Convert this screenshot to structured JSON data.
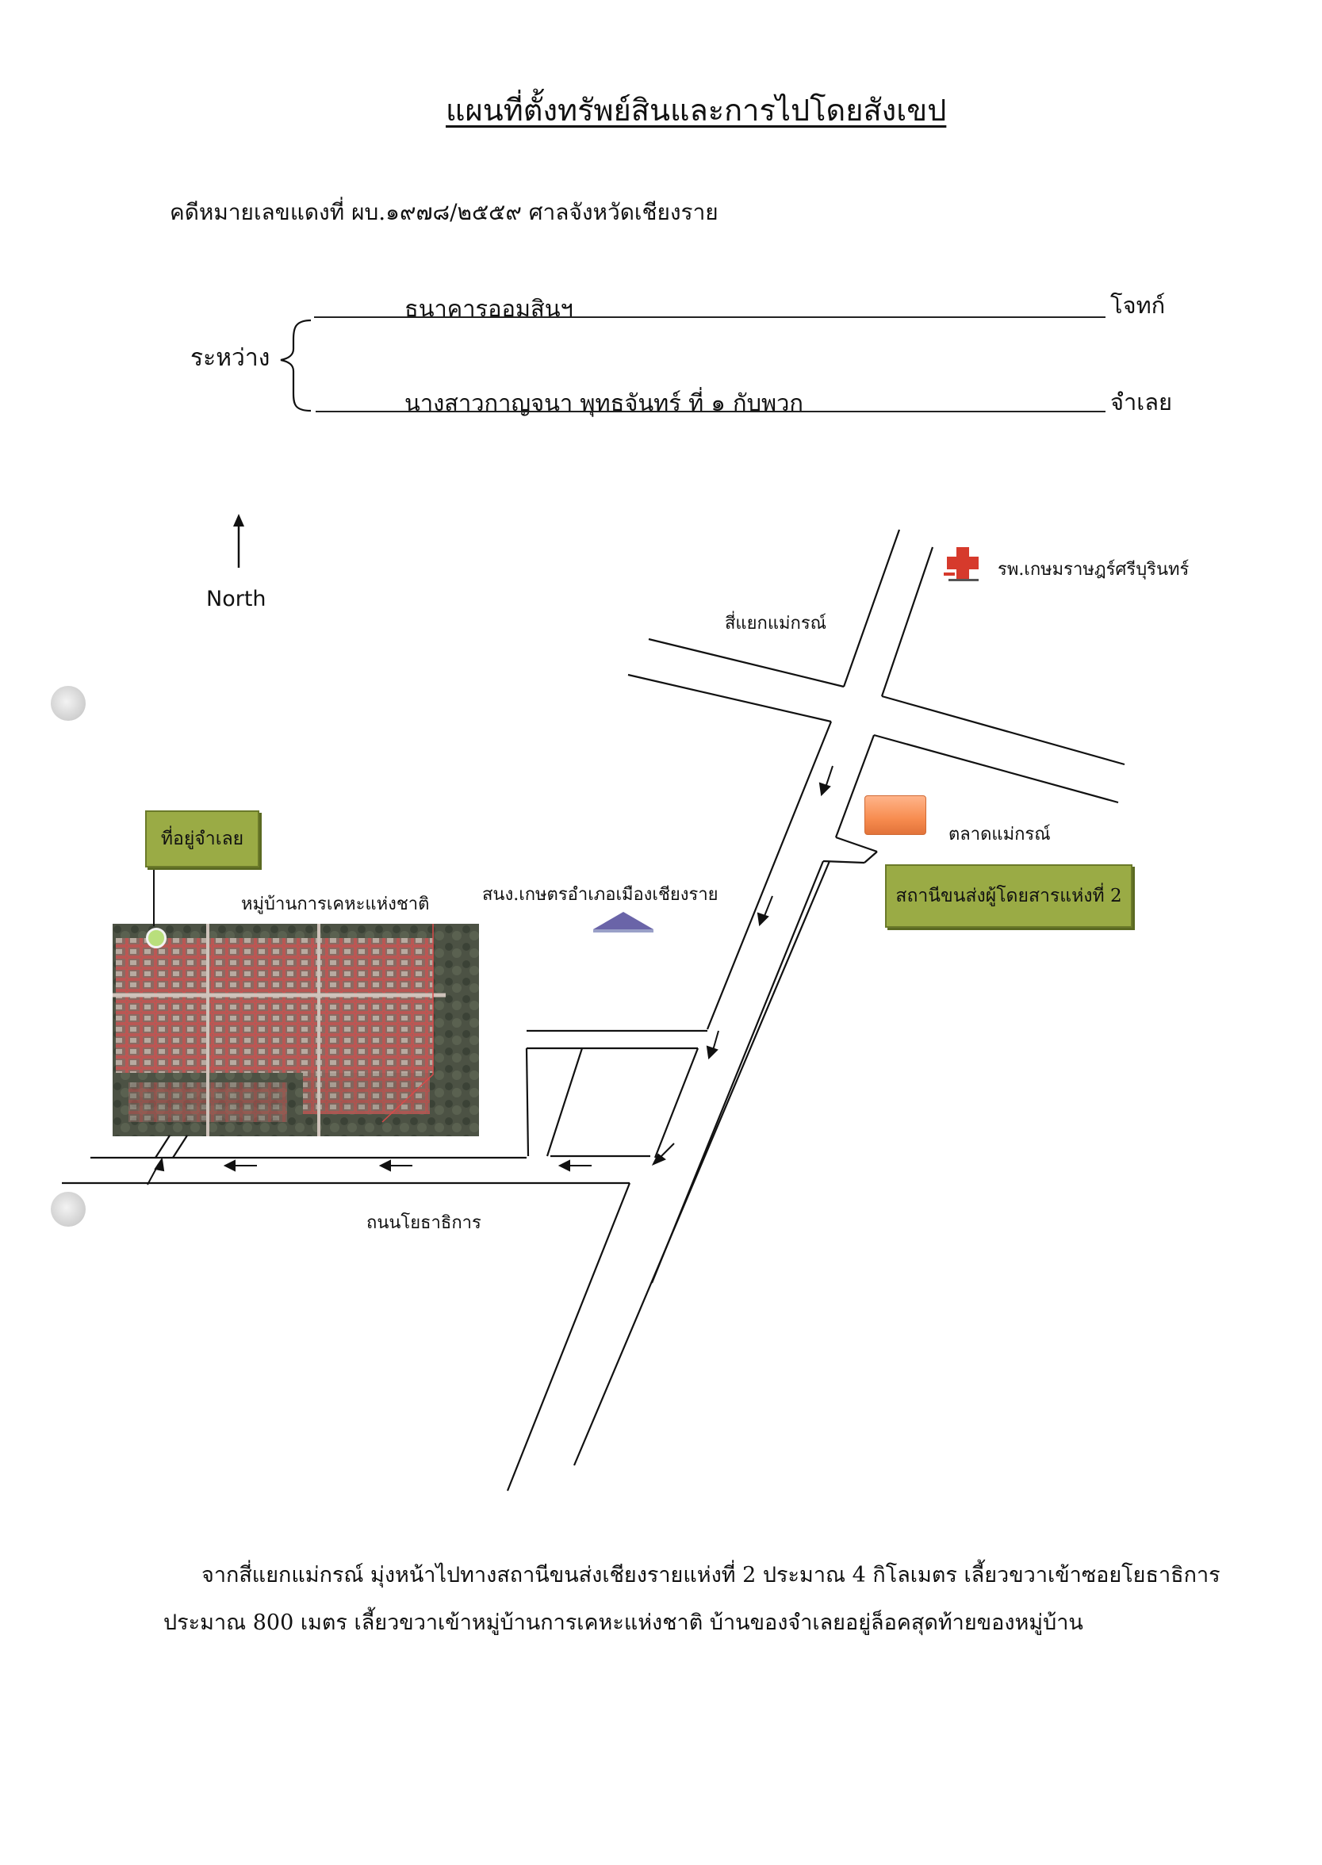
{
  "document": {
    "title": "แผนที่ตั้งทรัพย์สินและการไปโดยสังเขป",
    "case_line": "คดีหมายเลขแดงที่ ผบ.๑๙๗๘/๒๕๕๙ ศาลจังหวัดเชียงราย",
    "between_label": "ระหว่าง",
    "plaintiff": {
      "name": "ธนาคารออมสินฯ",
      "role": "โจทก์"
    },
    "defendant": {
      "name": "นางสาวกาญจนา พุทธจันทร์ ที่ ๑ กับพวก",
      "role": "จำเลย"
    }
  },
  "map": {
    "north_label": "North",
    "hospital_label": "รพ.เกษมราษฎร์ศรีบุรินทร์",
    "intersection_label": "สี่แยกแม่กรณ์",
    "market_label": "ตลาดแม่กรณ์",
    "bus_station_sign": "สถานีขนส่งผู้โดยสารแห่งที่ 2",
    "defendant_address_sign": "ที่อยู่จำเลย",
    "village_label": "หมู่บ้านการเคหะแห่งชาติ",
    "agri_office_label": "สนง.เกษตรอำเภอเมืองเชียงราย",
    "road_label": "ถนนโยธาธิการ",
    "colors": {
      "sign_green": "#9aab45",
      "market_orange": "#f78c4f",
      "hospital_red": "#d63a2c",
      "office_purple": "#6a64a8"
    }
  },
  "description": {
    "line1": "จากสี่แยกแม่กรณ์ มุ่งหน้าไปทางสถานีขนส่งเชียงรายแห่งที่ 2 ประมาณ 4 กิโลเมตร เลี้ยวขวาเข้าซอยโยธาธิการ",
    "line2": "ประมาณ 800 เมตร เลี้ยวขวาเข้าหมู่บ้านการเคหะแห่งชาติ บ้านของจำเลยอยู่ล็อคสุดท้ายของหมู่บ้าน"
  }
}
